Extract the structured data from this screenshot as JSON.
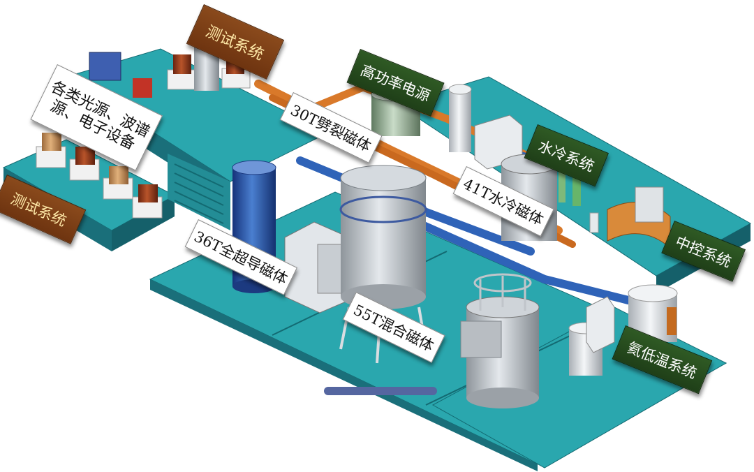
{
  "labels": {
    "test_system_top": "测试系统",
    "test_system_left": "测试系统",
    "light_sources": "各类光源、波谱源、电子设备",
    "high_power_supply": "高功率电源",
    "split_magnet_30t": "30T劈裂磁体",
    "water_cooling_system": "水冷系统",
    "water_cooled_magnet_41t": "41T水冷磁体",
    "central_control": "中控系统",
    "superconducting_magnet_36t": "36T全超导磁体",
    "hybrid_magnet_55t": "55T混合磁体",
    "helium_cryo_system": "氦低温系统"
  },
  "colors": {
    "platform_top": "#2aa7ae",
    "platform_side": "#1a6f7a",
    "pipe_orange": "#d9792a",
    "pipe_blue": "#2f63b8",
    "label_brown": "#7a3c14",
    "label_green": "#2a4f20"
  }
}
